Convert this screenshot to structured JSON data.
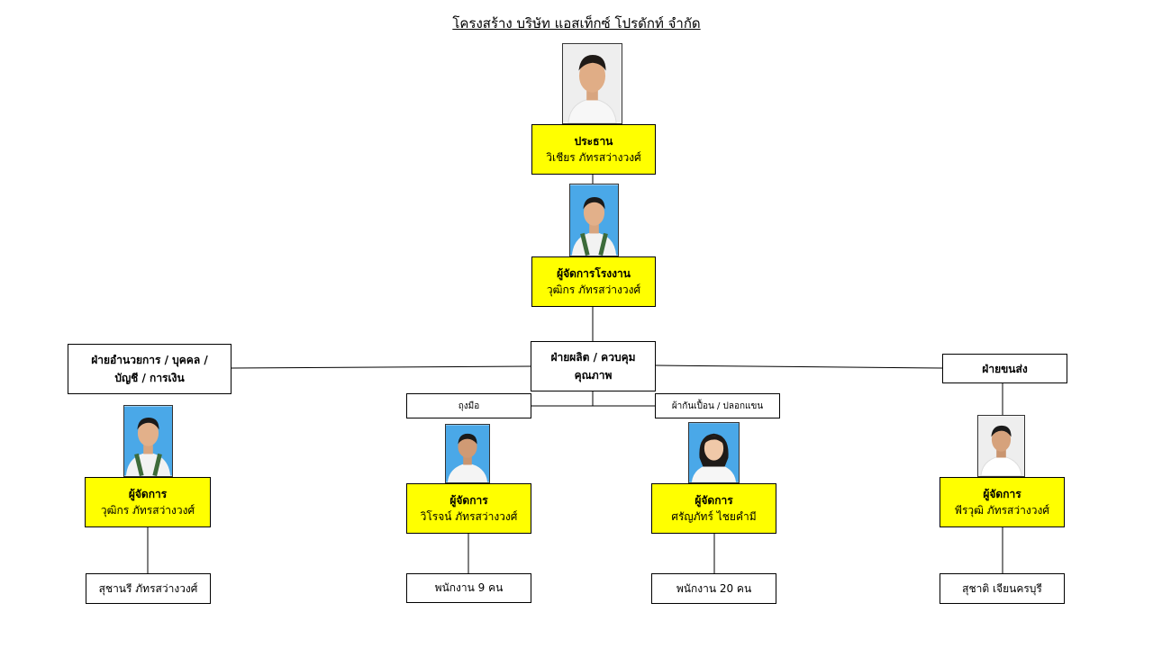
{
  "title": "โครงสร้าง บริษัท แอสเท็กซ์ โปรดักท์ จำกัด",
  "president": {
    "role": "ประธาน",
    "name": "วิเชียร ภัทรสว่างวงศ์",
    "photo_icon": "person-photo-icon"
  },
  "plant_manager": {
    "role": "ผู้จัดการโรงงาน",
    "name": "วุฒิกร ภัทรสว่างวงศ์",
    "photo_icon": "person-photo-icon"
  },
  "production_dept": {
    "line1": "ฝ่ายผลิต / ควบคุม",
    "line2": "คุณภาพ"
  },
  "admin_dept": {
    "line1": "ฝ่ายอำนวยการ / บุคคล /",
    "line2": "บัญชี / การเงิน"
  },
  "transport_dept": {
    "label": "ฝ่ายขนส่ง"
  },
  "sub_units": {
    "gloves": "ถุงมือ",
    "aprons": "ผ้ากันเปื้อน / ปลอกแขน"
  },
  "managers": {
    "admin": {
      "role": "ผู้จัดการ",
      "name": "วุฒิกร ภัทรสว่างวงศ์"
    },
    "gloves": {
      "role": "ผู้จัดการ",
      "name": "วิโรจน์ ภัทรสว่างวงศ์"
    },
    "aprons": {
      "role": "ผู้จัดการ",
      "name": "ศรัญภัทร์ ไชยคำมี"
    },
    "transport": {
      "role": "ผู้จัดการ",
      "name": "พีรวุฒิ ภัทรสว่างวงศ์"
    }
  },
  "staff": {
    "admin": "สุชานรี ภัทรสว่างวงศ์",
    "gloves": "พนักงาน 9 คน",
    "aprons": "พนักงาน 20 คน",
    "transport": "สุชาติ เจียนครบุรี"
  },
  "colors": {
    "highlight": "#ffff00",
    "border": "#000000",
    "photo_bg_blue": "#4aa8e8",
    "photo_bg_light": "#eeeeee"
  }
}
